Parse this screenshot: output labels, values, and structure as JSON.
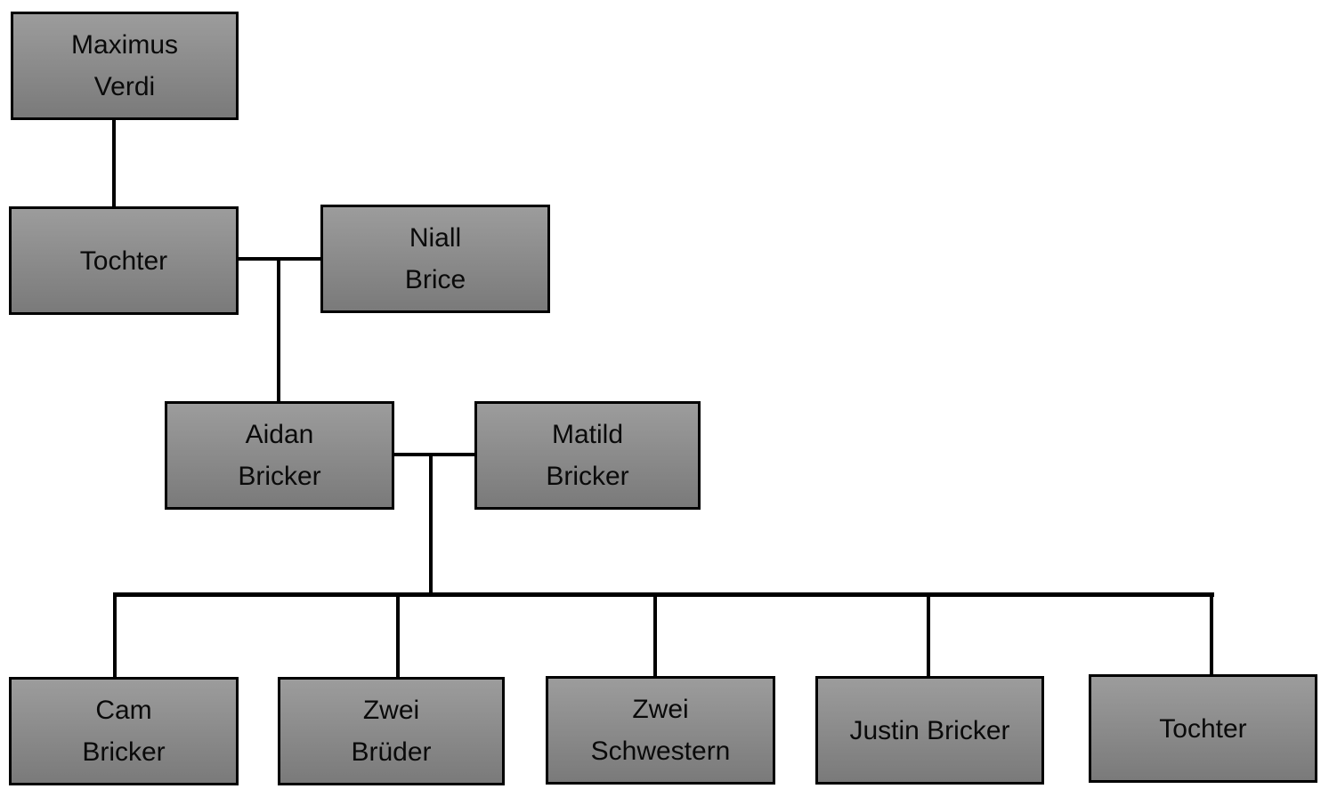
{
  "diagram": {
    "type": "family-tree",
    "colors": {
      "box_fill_top": "#9c9c9c",
      "box_fill_bottom": "#7a7a7a",
      "box_border": "#000000",
      "connector": "#000000",
      "background": "#ffffff",
      "text": "#0a0a0a"
    },
    "nodes": [
      {
        "id": "maximus-verdi",
        "lines": [
          "Maximus",
          "Verdi"
        ]
      },
      {
        "id": "tochter-1",
        "lines": [
          "Tochter"
        ]
      },
      {
        "id": "niall-brice",
        "lines": [
          "Niall",
          "Brice"
        ]
      },
      {
        "id": "aidan-bricker",
        "lines": [
          "Aidan",
          "Bricker"
        ]
      },
      {
        "id": "matild-bricker",
        "lines": [
          "Matild",
          "Bricker"
        ]
      },
      {
        "id": "cam-bricker",
        "lines": [
          "Cam",
          "Bricker"
        ]
      },
      {
        "id": "zwei-brueder",
        "lines": [
          "Zwei",
          "Brüder"
        ]
      },
      {
        "id": "zwei-schwestern",
        "lines": [
          "Zwei",
          "Schwestern"
        ]
      },
      {
        "id": "justin-bricker",
        "lines": [
          "Justin Bricker"
        ]
      },
      {
        "id": "tochter-2",
        "lines": [
          "Tochter"
        ]
      }
    ]
  }
}
